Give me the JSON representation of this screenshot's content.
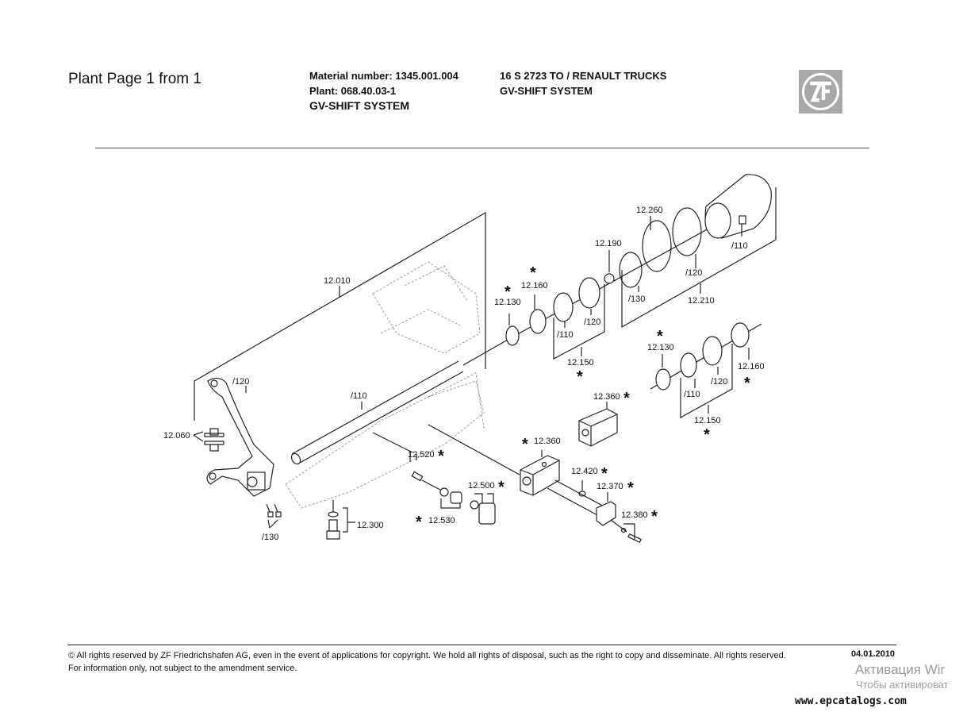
{
  "header": {
    "page_title": "Plant Page 1 from 1",
    "material_number": "Material number: 1345.001.004",
    "plant": "Plant: 068.40.03-1",
    "system_left": "GV-SHIFT SYSTEM",
    "transmission": "16 S 2723 TO / RENAULT TRUCKS",
    "system_right": "GV-SHIFT SYSTEM",
    "logo_text": "ZF",
    "logo_color": "#a8a8a8"
  },
  "diagram": {
    "labels": {
      "l12010": "12.010",
      "l12060": "12.060",
      "l120_fork": "/120",
      "l110_shaft": "/110",
      "l130_fork": "/130",
      "l12300": "12.300",
      "l12520": "12.520",
      "l12530": "12.530",
      "l12500": "12.500",
      "l12360a": "12.360",
      "l12360b": "12.360",
      "l12420": "12.420",
      "l12370": "12.370",
      "l12380": "12.380",
      "l12130a": "12.130",
      "l12160a": "12.160",
      "l110_a": "/110",
      "l120_a": "/120",
      "l12150a": "12.150",
      "l12190": "12.190",
      "l130_b": "/130",
      "l12260": "12.260",
      "l120_b": "/120",
      "l110_cyl": "/110",
      "l12210": "12.210",
      "l12130b": "12.130",
      "l110_b": "/110",
      "l120_c": "/120",
      "l12160b": "12.160",
      "l12150b": "12.150"
    },
    "star": "*"
  },
  "footer": {
    "copyright": "© All rights reserved by ZF Friedrichshafen AG, even in the event of applications for copyright. We hold all rights of disposal, such as the right to copy and disseminate. All rights reserved.",
    "notice": "For information only, not subject to the amendment service.",
    "date": "04.01.2010"
  },
  "overlay": {
    "activation_title": "Активация Wir",
    "activation_sub": "Чтобы активироват",
    "website": "www.epcatalogs.com"
  }
}
